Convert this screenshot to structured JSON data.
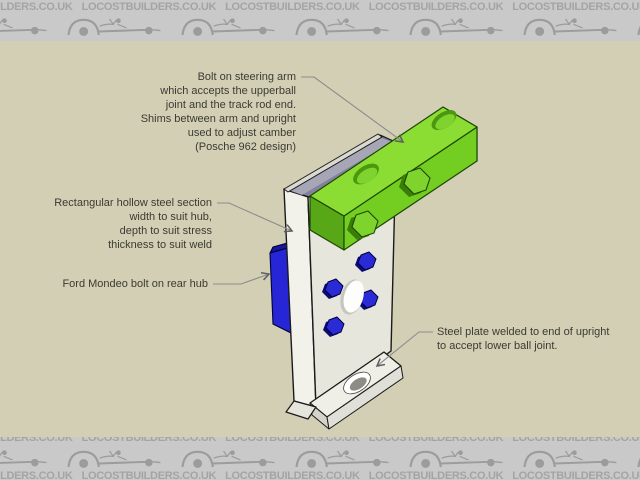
{
  "watermark": {
    "text": "LOCOSTBUILDERS.CO.UK"
  },
  "annotations": {
    "steering_arm": "Bolt on steering arm\nwhich accepts the upperball\njoint and the track rod end.\nShims between arm and upright\nused to adjust camber\n(Posche 962 design)",
    "hollow_section": "Rectangular hollow steel section\nwidth to suit hub,\ndepth to suit stress\nthickness to suit weld",
    "rear_hub": "Ford Mondeo bolt on rear hub",
    "base_plate": "Steel plate welded to end of upright\nto accept lower ball joint."
  },
  "colors": {
    "canvas_beige": "#d2cfb4",
    "band_gray": "#c9c9c9",
    "band_text_gray": "#a4a4a4",
    "arm_green_top": "#8bdc33",
    "arm_green_front": "#74ce22",
    "arm_green_left_end": "#57a716",
    "arm_green_right_end": "#5db21c",
    "hub_blue": "#2626d6",
    "hub_blue_dark": "#16169e",
    "bolt_blue": "#2a2ad6",
    "steel_light": "#f2f1ea",
    "steel_mid": "#e7e6dd",
    "steel_bottom": "#e6e5dc",
    "plate_top": "#efeee7",
    "hollow_interior": "#83829a",
    "leader_gray": "#8c8c8c",
    "annotation_text": "#3b3b33"
  }
}
